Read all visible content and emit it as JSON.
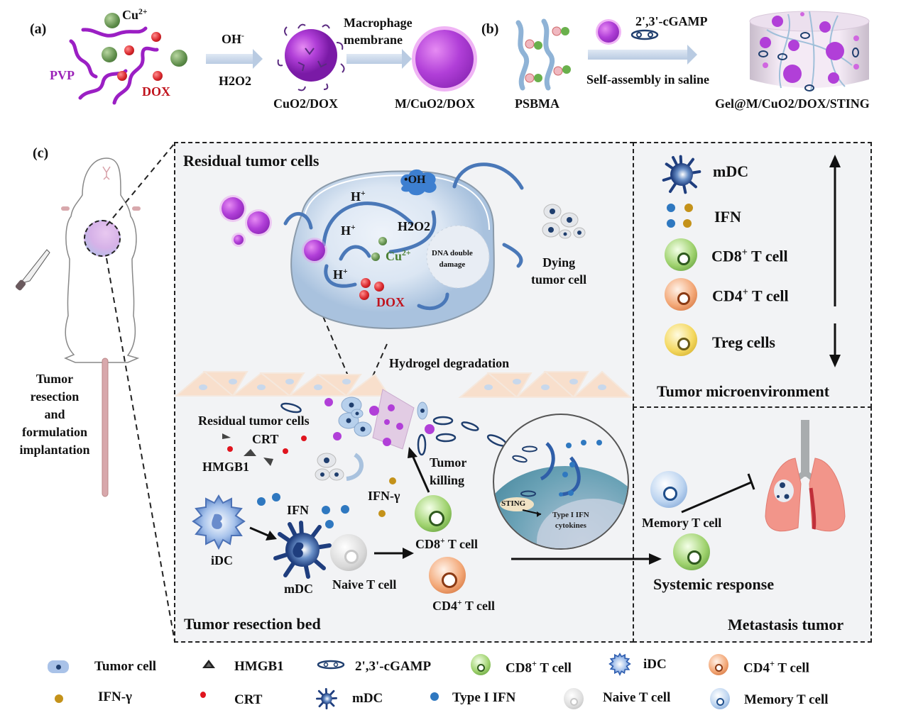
{
  "panel_a": {
    "label": "(a)",
    "cu_label": "Cu",
    "cu_charge": "2+",
    "pvp_label": "PVP",
    "dox_label": "DOX",
    "step1_top": "OH",
    "step1_top_charge": "-",
    "step1_bottom": "H2O2",
    "product1": "CuO2/DOX",
    "step2_line1": "Macrophage",
    "step2_line2": "membrane",
    "product2": "M/CuO2/DOX"
  },
  "panel_b": {
    "label": "(b)",
    "polymer": "PSBMA",
    "agent": "2',3'-cGAMP",
    "process": "Self-assembly in saline",
    "product": "Gel@M/CuO2/DOX/STING"
  },
  "panel_c": {
    "label": "(c)",
    "mouse_caption": [
      "Tumor",
      "resection",
      "and",
      "formulation",
      "implantation"
    ],
    "residual_box": {
      "title": "Residual tumor cells",
      "oh": "•OH",
      "h_plus": "H",
      "h_plus_charge": "+",
      "h2o2": "H2O2",
      "cu": "Cu",
      "cu_charge": "2+",
      "dox": "DOX",
      "dna_line1": "DNA double",
      "dna_line2": "damage",
      "dying_line1": "Dying",
      "dying_line2": "tumor cell"
    },
    "resection_bed": {
      "hydrogel": "Hydrogel degradation",
      "residual": "Residual tumor cells",
      "crt": "CRT",
      "hmgb1": "HMGB1",
      "tumor_killing_1": "Tumor",
      "tumor_killing_2": "killing",
      "ifn_gamma": "IFN-γ",
      "ifn": "IFN",
      "idc": "iDC",
      "mdc": "mDC",
      "naive": "Naive T cell",
      "cd8": "CD8",
      "cd4": "CD4",
      "t_cell_suffix": " T cell",
      "plus": "+",
      "sting": "STING",
      "type1_line1": "Type I IFN",
      "type1_line2": "cytokines",
      "title": "Tumor resection bed"
    },
    "microenvironment": {
      "items": [
        {
          "label": "mDC",
          "icon": "mdc-icon"
        },
        {
          "label": "IFN",
          "icon": "ifn-dots-icon"
        },
        {
          "label": "CD8",
          "sup": "+",
          "suffix": " T cell",
          "icon": "cd8-t-cell-icon"
        },
        {
          "label": "CD4",
          "sup": "+",
          "suffix": " T cell",
          "icon": "cd4-t-cell-icon"
        },
        {
          "label": "Treg cells",
          "icon": "treg-cell-icon"
        }
      ],
      "increase": "up",
      "decrease": "down",
      "title": "Tumor microenvironment"
    },
    "metastasis": {
      "memory": "Memory T cell",
      "systemic": "Systemic response",
      "title": "Metastasis tumor"
    }
  },
  "legend": {
    "row1": [
      {
        "label": "Tumor cell",
        "icon": "tumor-cell-icon"
      },
      {
        "label": "HMGB1",
        "icon": "triangle-icon"
      },
      {
        "label": "2',3'-cGAMP",
        "icon": "cgamp-icon"
      },
      {
        "label": "CD8",
        "sup": "+",
        "suffix": " T cell",
        "icon": "cd8-t-cell-icon"
      },
      {
        "label": "iDC",
        "icon": "idc-icon"
      },
      {
        "label": "CD4",
        "sup": "+",
        "suffix": " T cell",
        "icon": "cd4-t-cell-icon"
      }
    ],
    "row2": [
      {
        "label": "IFN-γ",
        "icon": "gold-dot-icon"
      },
      {
        "label": "CRT",
        "icon": "red-dot-icon"
      },
      {
        "label": "mDC",
        "icon": "mdc-icon"
      },
      {
        "label": "Type I IFN",
        "icon": "blue-dot-icon"
      },
      {
        "label": "Naive T cell",
        "icon": "naive-t-cell-icon"
      },
      {
        "label": "Memory T cell",
        "icon": "memory-t-cell-icon"
      }
    ]
  },
  "colors": {
    "purple": "#9b22b8",
    "dox_red": "#c0141e",
    "cu_green": "#4a7f32",
    "ifn_blue": "#2f78c0",
    "ifn_gamma_gold": "#c4921a",
    "panel_bg": "#f2f3f5"
  }
}
